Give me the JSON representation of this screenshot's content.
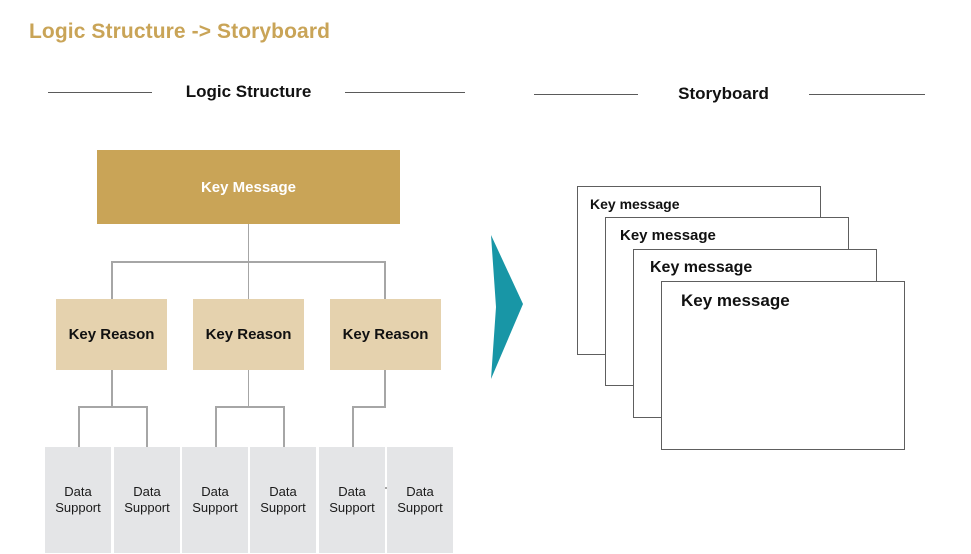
{
  "slide": {
    "title": "Logic Structure -> Storyboard",
    "title_color": "#C9A457",
    "background": "#FFFFFF"
  },
  "sections": {
    "left": {
      "label": "Logic Structure"
    },
    "right": {
      "label": "Storyboard"
    }
  },
  "logic_structure": {
    "key_message": {
      "label": "Key Message",
      "fill": "#C9A457",
      "text_color": "#FFFFFF"
    },
    "key_reasons": [
      {
        "label": "Key Reason"
      },
      {
        "label": "Key Reason"
      },
      {
        "label": "Key Reason"
      }
    ],
    "key_reason_style": {
      "fill": "#E5D2AE",
      "text_color": "#111111"
    },
    "data_supports": [
      {
        "line1": "Data",
        "line2": "Support"
      },
      {
        "line1": "Data",
        "line2": "Support"
      },
      {
        "line1": "Data",
        "line2": "Support"
      },
      {
        "line1": "Data",
        "line2": "Support"
      },
      {
        "line1": "Data",
        "line2": "Support"
      },
      {
        "line1": "Data",
        "line2": "Support"
      }
    ],
    "data_support_style": {
      "fill": "#E4E5E7",
      "text_color": "#1A1A1A"
    },
    "connector_color": "#A6A6A6"
  },
  "arrow": {
    "name": "right-arrow",
    "color": "#1896A6"
  },
  "storyboard": {
    "cards": [
      {
        "title": "Key message"
      },
      {
        "title": "Key message"
      },
      {
        "title": "Key message"
      },
      {
        "title": "Key message"
      }
    ],
    "card_border_color": "#5E5E5E",
    "card_fill": "#FFFFFF"
  }
}
